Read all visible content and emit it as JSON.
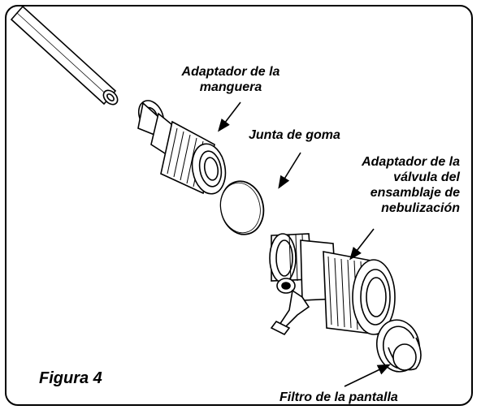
{
  "labels": {
    "hose_adapter": [
      "Adaptador de la",
      "manguera"
    ],
    "rubber_gasket": "Junta de goma",
    "valve_adapter": [
      "Adaptador de la",
      "válvula del",
      "ensamblaje de",
      "nebulización"
    ],
    "screen_filter": "Filtro de la pantalla",
    "figure": "Figura 4"
  }
}
